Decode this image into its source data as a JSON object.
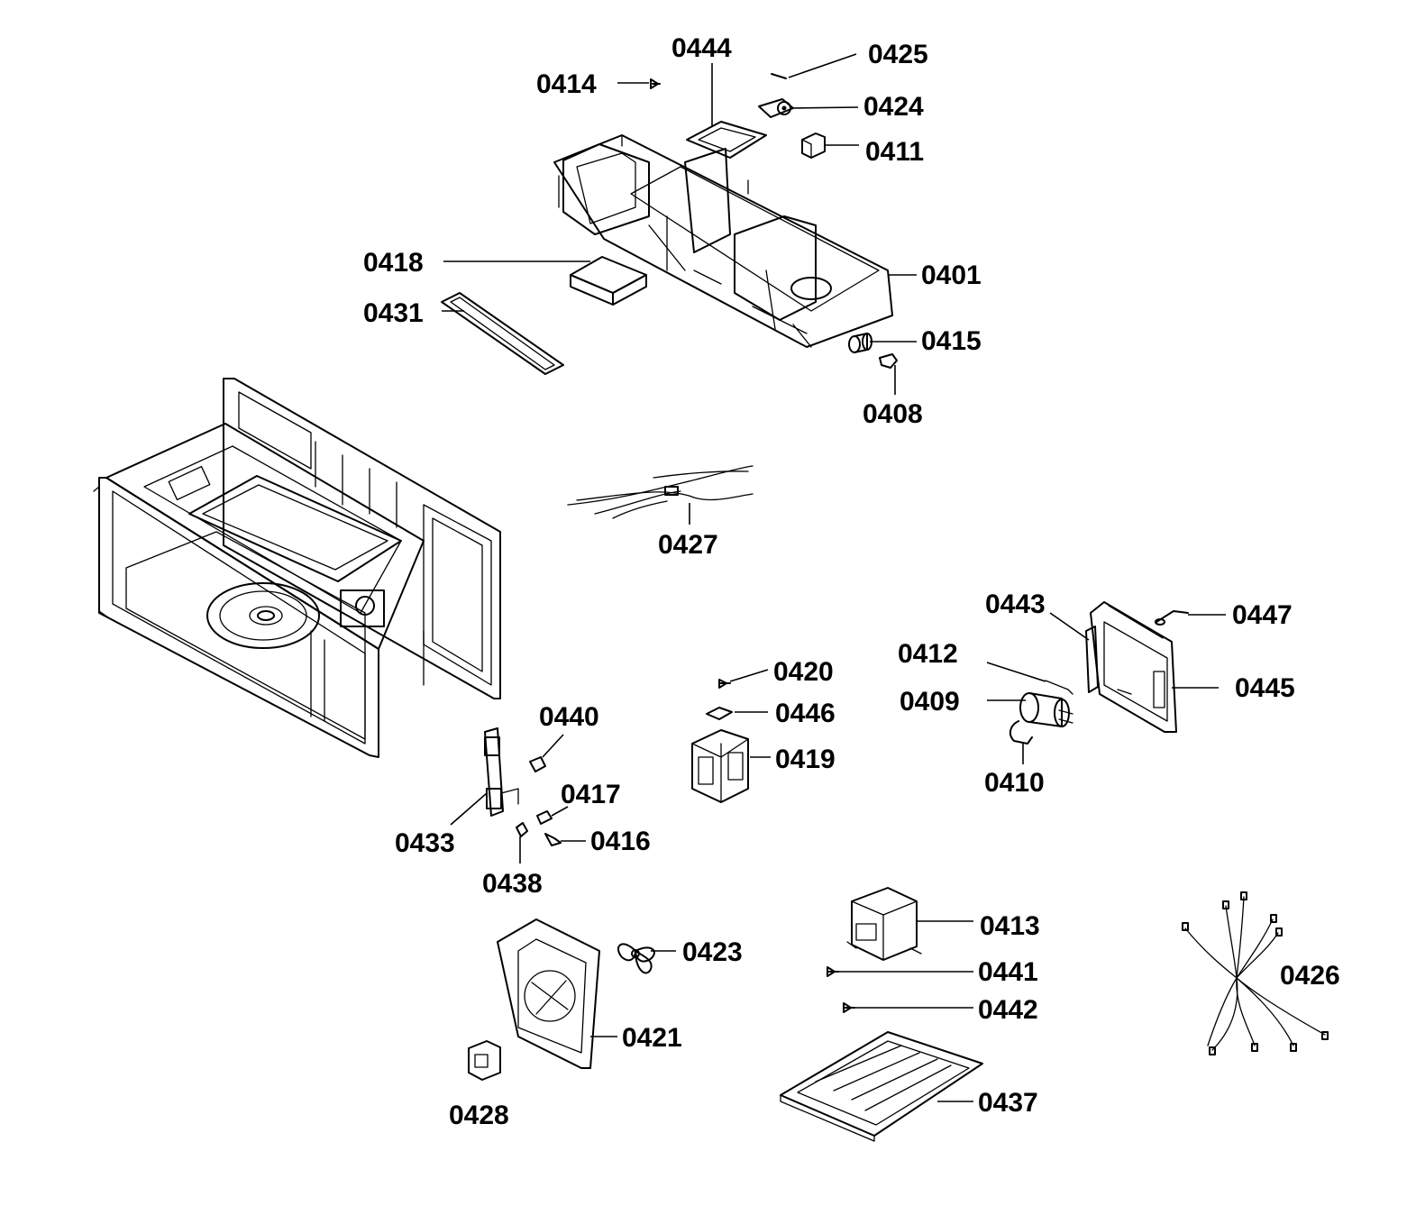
{
  "labels": {
    "p0444": "0444",
    "p0425": "0425",
    "p0414": "0414",
    "p0424": "0424",
    "p0411": "0411",
    "p0418": "0418",
    "p0401": "0401",
    "p0431": "0431",
    "p0415": "0415",
    "p0408": "0408",
    "p0427": "0427",
    "p0443": "0443",
    "p0447": "0447",
    "p0412": "0412",
    "p0445": "0445",
    "p0409": "0409",
    "p0410": "0410",
    "p0420": "0420",
    "p0446": "0446",
    "p0419": "0419",
    "p0440": "0440",
    "p0417": "0417",
    "p0433": "0433",
    "p0416": "0416",
    "p0438": "0438",
    "p0423": "0423",
    "p0421": "0421",
    "p0428": "0428",
    "p0413": "0413",
    "p0441": "0441",
    "p0442": "0442",
    "p0426": "0426",
    "p0437": "0437"
  },
  "colors": {
    "ink": "#000000",
    "background": "#ffffff"
  }
}
